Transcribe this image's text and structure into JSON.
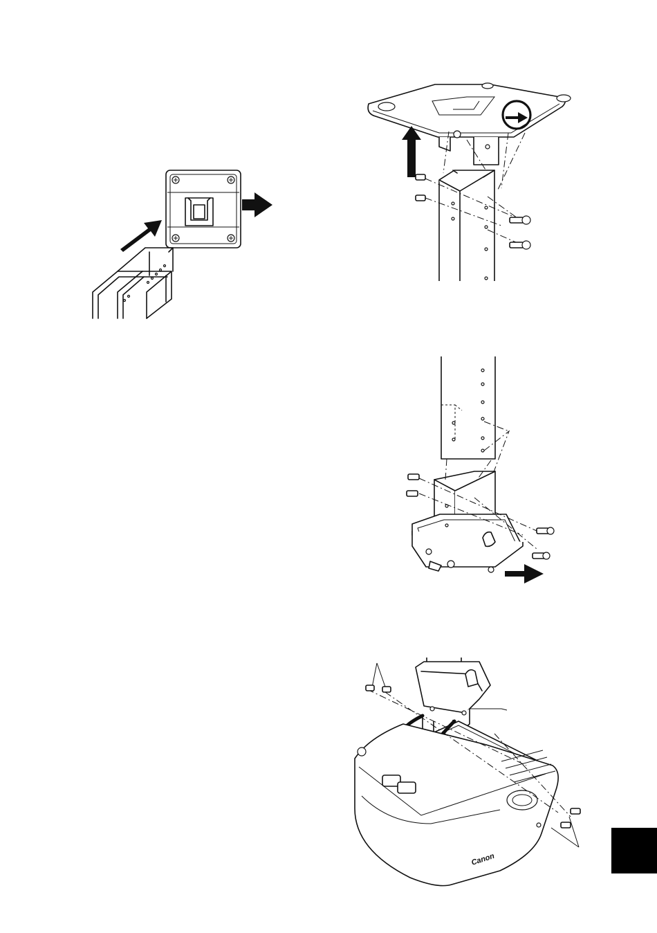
{
  "figures": [
    {
      "id": "fig-track-insert",
      "illustration": "channel-rail-slides-into-mount-plate"
    },
    {
      "id": "fig-ceiling-plate",
      "illustration": "pipe-fastened-to-ceiling-plate-with-bolts"
    },
    {
      "id": "fig-pipe-adapter",
      "illustration": "pipe-fastened-to-projector-adapter"
    },
    {
      "id": "fig-projector-mount",
      "illustration": "projector-attached-to-mount-bracket"
    }
  ],
  "projector": {
    "brand": "Canon"
  },
  "page_tab": {
    "color": "#000000"
  }
}
